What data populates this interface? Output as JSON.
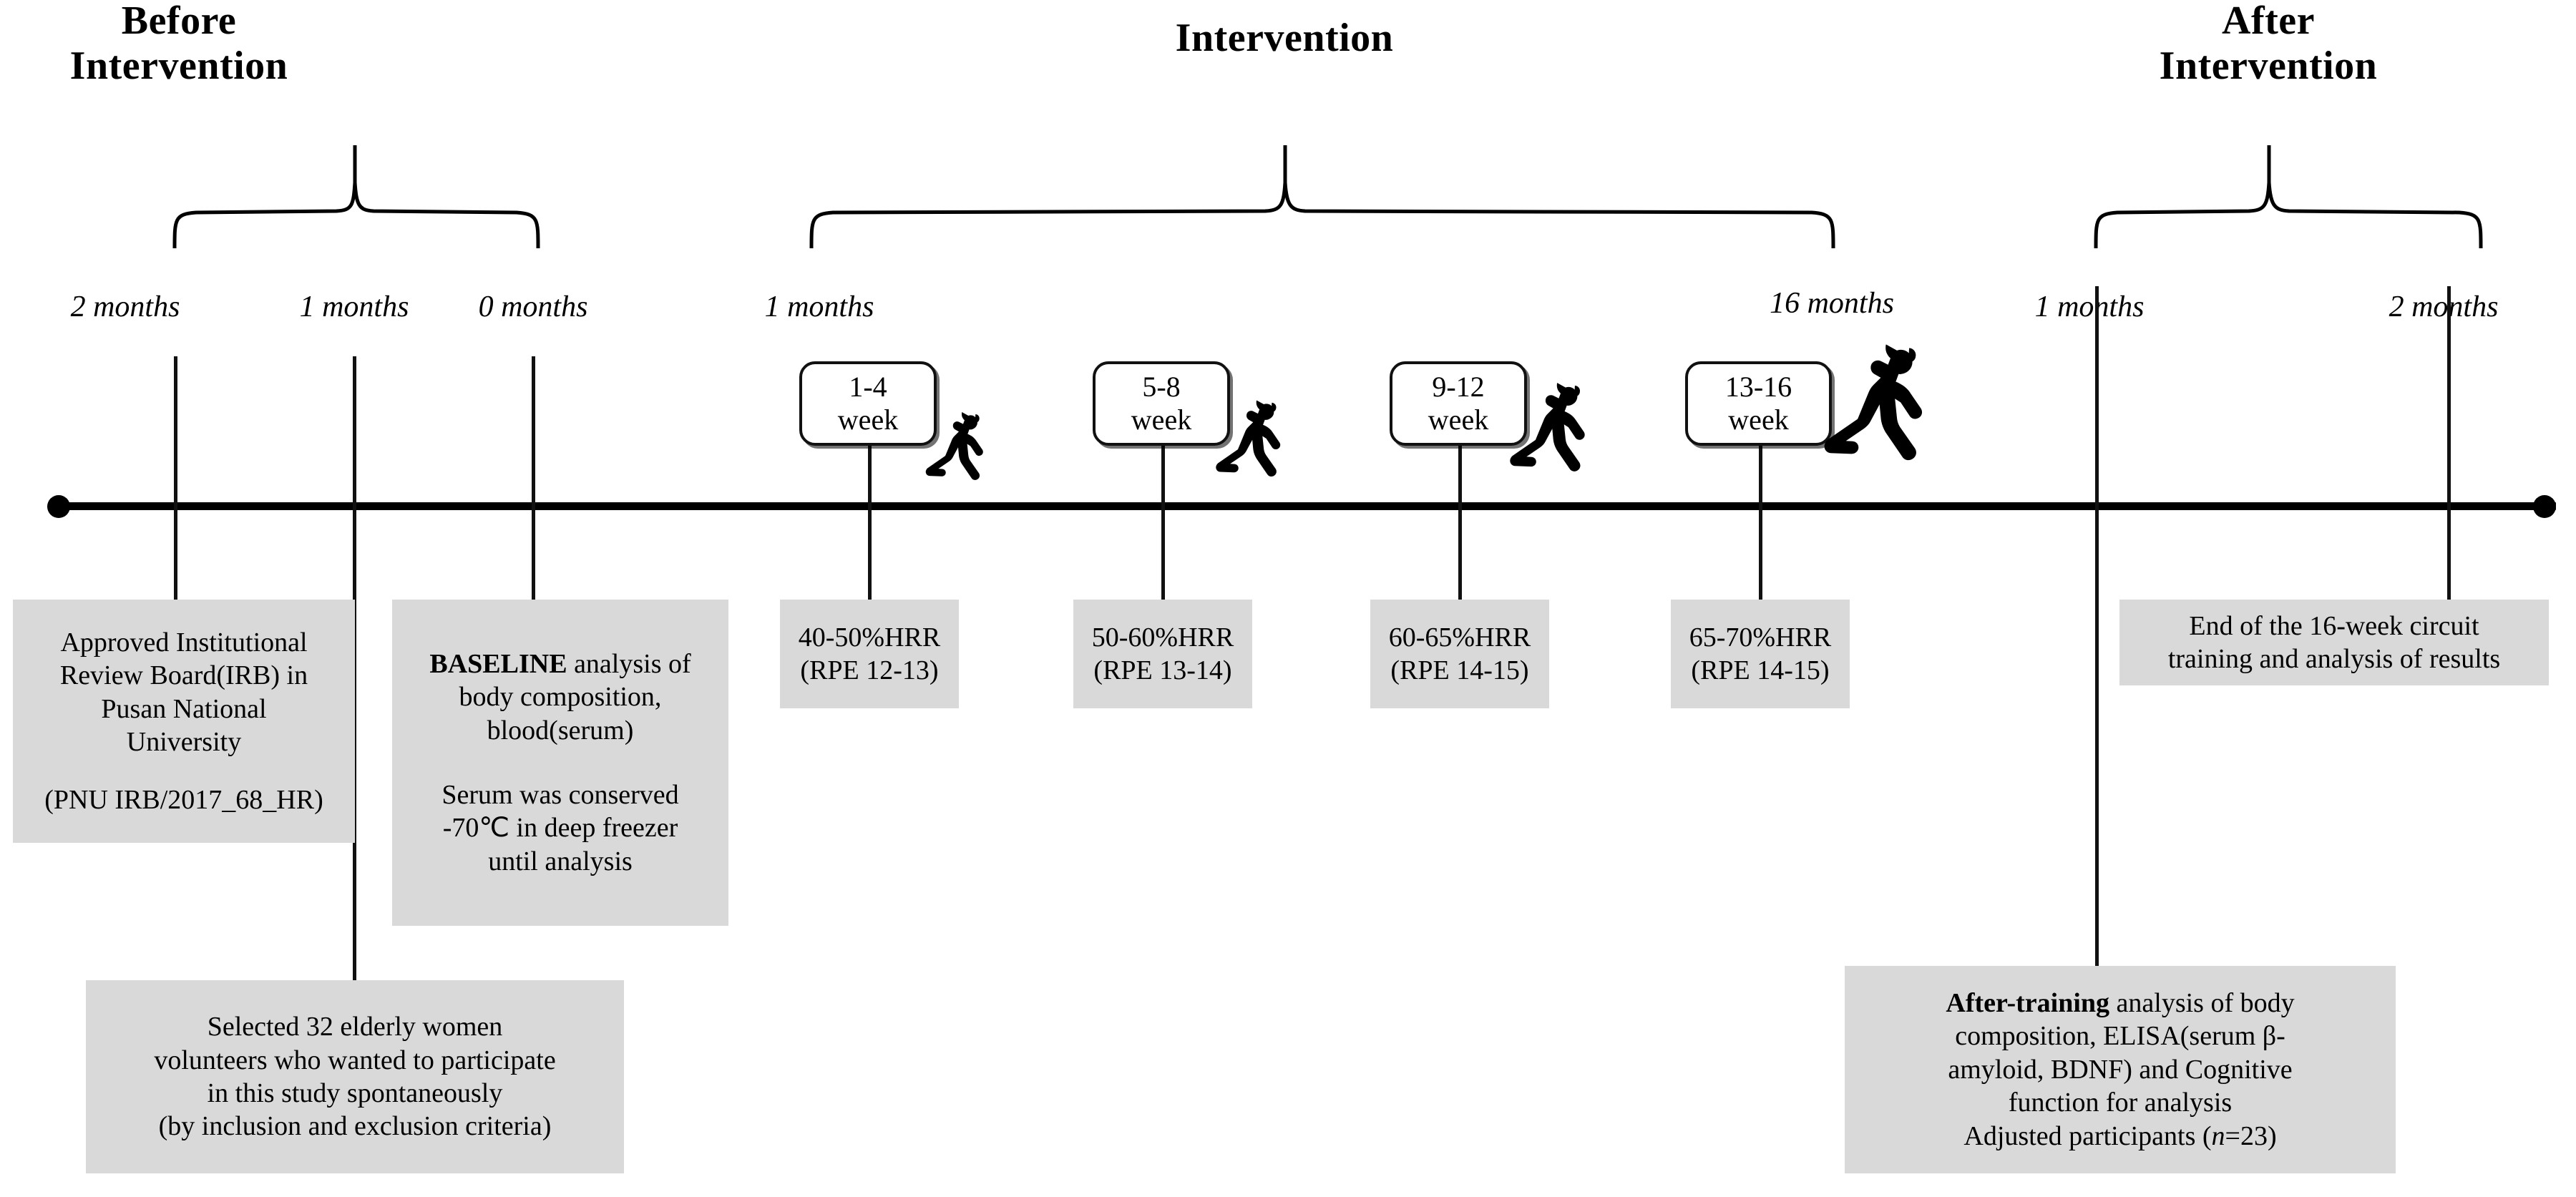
{
  "figure": {
    "type": "study-timeline-diagram",
    "background_color": "#ffffff",
    "box_fill_color": "#d9d9d9",
    "line_color": "#000000"
  },
  "phases": [
    {
      "id": "before",
      "title_line1": "Before",
      "title_line2": "Intervention"
    },
    {
      "id": "during",
      "title_line1": "Intervention",
      "title_line2": ""
    },
    {
      "id": "after",
      "title_line1": "After",
      "title_line2": "Intervention"
    }
  ],
  "timeline": {
    "ticks": [
      {
        "label": "2 months",
        "phase": "before"
      },
      {
        "label": "1 months",
        "phase": "before"
      },
      {
        "label": "0 months",
        "phase": "before"
      },
      {
        "label": "1 months",
        "phase": "during"
      },
      {
        "label": "16 months",
        "phase": "during"
      },
      {
        "label": "1 months",
        "phase": "after"
      },
      {
        "label": "2 months",
        "phase": "after"
      }
    ]
  },
  "week_blocks": [
    {
      "range": "1-4",
      "unit": "week"
    },
    {
      "range": "5-8",
      "unit": "week"
    },
    {
      "range": "9-12",
      "unit": "week"
    },
    {
      "range": "13-16",
      "unit": "week"
    }
  ],
  "intensity_boxes": [
    {
      "intensity": "40-50%HRR",
      "rpe": "(RPE 12-13)"
    },
    {
      "intensity": "50-60%HRR",
      "rpe": "(RPE 13-14)"
    },
    {
      "intensity": "60-65%HRR",
      "rpe": "(RPE 14-15)"
    },
    {
      "intensity": "65-70%HRR",
      "rpe": "(RPE 14-15)"
    }
  ],
  "notes": {
    "irb": {
      "line1": "Approved Institutional",
      "line2": "Review Board(IRB) in",
      "line3": "Pusan National",
      "line4": "University",
      "line5": "(PNU IRB/2017_68_HR)"
    },
    "baseline": {
      "bold": "BASELINE",
      "rest1": " analysis of",
      "line2": "body composition,",
      "line3": "blood(serum)",
      "line4": "Serum was conserved",
      "line5": "-70℃ in deep freezer",
      "line6": "until analysis"
    },
    "recruitment": {
      "line1": "Selected 32 elderly women",
      "line2": "volunteers who wanted to participate",
      "line3": "in this study spontaneously",
      "line4": "(by inclusion and exclusion criteria)"
    },
    "end_of_training": {
      "line1": "End of the 16-week circuit",
      "line2": "training and analysis of results"
    },
    "after_training": {
      "bold": "After-training",
      "rest1": " analysis of body",
      "line2": "composition, ELISA(serum β-",
      "line3": "amyloid, BDNF) and Cognitive",
      "line4": "function for analysis",
      "line5_pre": "Adjusted participants (",
      "line5_italic": "n",
      "line5_post": "=23)"
    }
  },
  "icons": {
    "runner": "running-woman-icon",
    "axis_endpoint": "timeline-endpoint-dot"
  }
}
